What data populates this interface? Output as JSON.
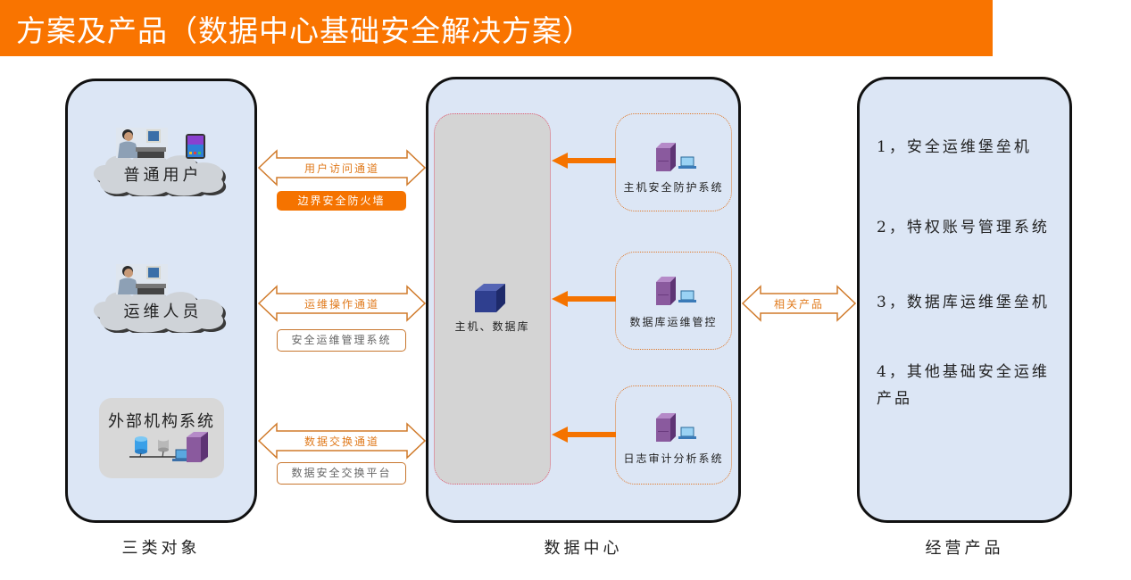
{
  "header": {
    "title": "方案及产品（数据中心基础安全解决方案）",
    "bar_color": "#f97400"
  },
  "left_panel": {
    "caption": "三类对象",
    "items": [
      {
        "label": "普通用户",
        "icons": [
          "person-at-computer-icon",
          "tablet-icon"
        ]
      },
      {
        "label": "运维人员",
        "icons": [
          "person-at-computer-icon"
        ]
      },
      {
        "label": "外部机构系统",
        "icons": [
          "database-icon",
          "database-icon",
          "laptop-icon",
          "server-icon"
        ]
      }
    ]
  },
  "channels": [
    {
      "label": "用户访问通道",
      "tag": "边界安全防火墙",
      "tag_style": "solid"
    },
    {
      "label": "运维操作通道",
      "tag": "安全运维管理系统",
      "tag_style": "outline"
    },
    {
      "label": "数据交换通道",
      "tag": "数据安全交换平台",
      "tag_style": "outline"
    }
  ],
  "center_panel": {
    "caption": "数据中心",
    "core": {
      "label": "主机、数据库"
    },
    "systems": [
      {
        "label": "主机安全防护系统"
      },
      {
        "label": "数据库运维管控"
      },
      {
        "label": "日志审计分析系统"
      }
    ]
  },
  "link": {
    "label": "相关产品"
  },
  "right_panel": {
    "caption": "经营产品",
    "items": [
      {
        "text": "1，安全运维堡垒机"
      },
      {
        "text": "2，特权账号管理系统"
      },
      {
        "text": "3，数据库运维堡垒机"
      },
      {
        "text": "4，其他基础安全运维产品"
      }
    ]
  },
  "colors": {
    "accent_orange": "#f57300",
    "panel_fill": "#dce6f5",
    "core_fill": "#d4d4d4",
    "server_purple": "#7a4a8c",
    "core_blue": "#2f3f8f"
  }
}
